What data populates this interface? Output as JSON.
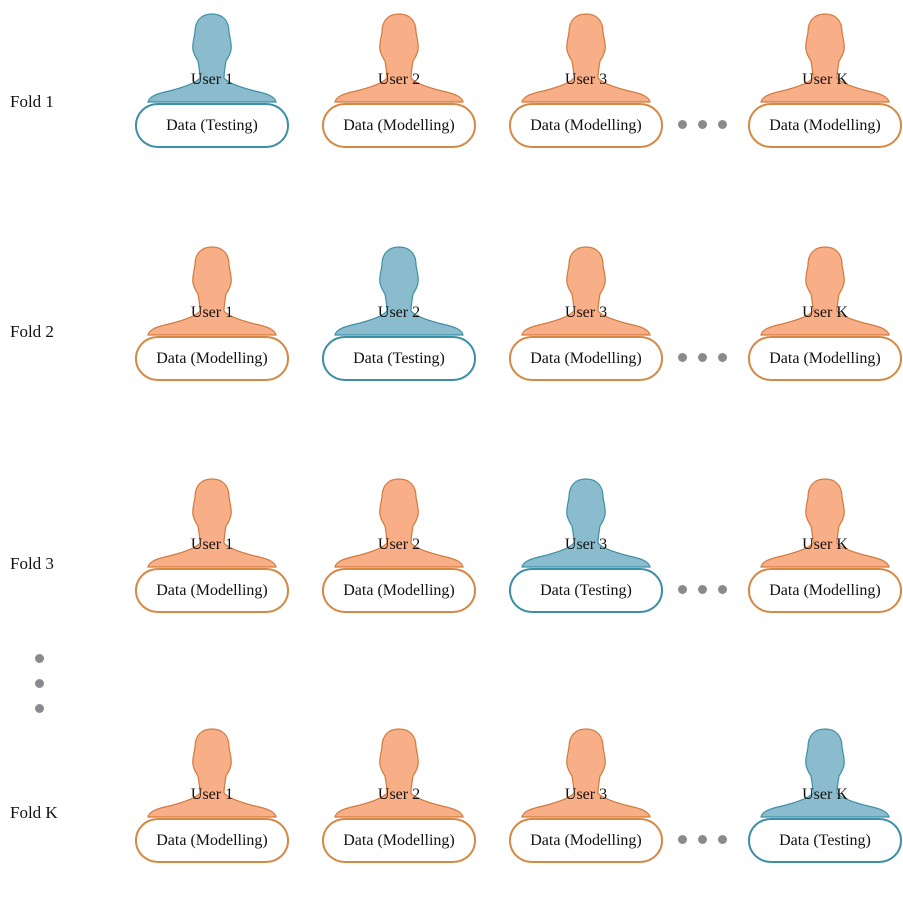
{
  "colors": {
    "modelling_fill": "#f8ae87",
    "modelling_stroke": "#d07a3c",
    "testing_fill": "#8bbccd",
    "testing_stroke": "#3d8fa6",
    "dots": "#888a8e"
  },
  "icons": {
    "user": "person-silhouette-icon",
    "ellipsis": "ellipsis-dots"
  },
  "folds": [
    {
      "label": "Fold 1",
      "users": [
        {
          "name": "User 1",
          "data": "Data (Testing)",
          "role": "testing"
        },
        {
          "name": "User 2",
          "data": "Data (Modelling)",
          "role": "modelling"
        },
        {
          "name": "User 3",
          "data": "Data (Modelling)",
          "role": "modelling"
        },
        {
          "name": "User K",
          "data": "Data (Modelling)",
          "role": "modelling"
        }
      ]
    },
    {
      "label": "Fold 2",
      "users": [
        {
          "name": "User 1",
          "data": "Data (Modelling)",
          "role": "modelling"
        },
        {
          "name": "User 2",
          "data": "Data (Testing)",
          "role": "testing"
        },
        {
          "name": "User 3",
          "data": "Data (Modelling)",
          "role": "modelling"
        },
        {
          "name": "User K",
          "data": "Data (Modelling)",
          "role": "modelling"
        }
      ]
    },
    {
      "label": "Fold 3",
      "users": [
        {
          "name": "User 1",
          "data": "Data (Modelling)",
          "role": "modelling"
        },
        {
          "name": "User 2",
          "data": "Data (Modelling)",
          "role": "modelling"
        },
        {
          "name": "User 3",
          "data": "Data (Testing)",
          "role": "testing"
        },
        {
          "name": "User K",
          "data": "Data (Modelling)",
          "role": "modelling"
        }
      ]
    },
    {
      "label": "Fold K",
      "users": [
        {
          "name": "User 1",
          "data": "Data (Modelling)",
          "role": "modelling"
        },
        {
          "name": "User 2",
          "data": "Data (Modelling)",
          "role": "modelling"
        },
        {
          "name": "User 3",
          "data": "Data (Modelling)",
          "role": "modelling"
        },
        {
          "name": "User K",
          "data": "Data (Testing)",
          "role": "testing"
        }
      ]
    }
  ]
}
